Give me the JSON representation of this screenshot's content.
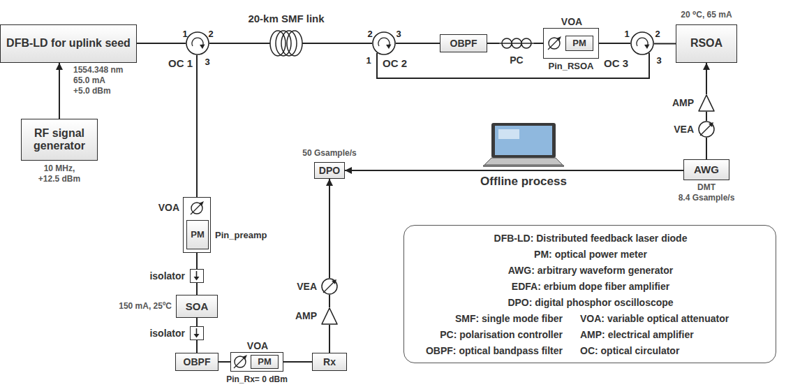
{
  "diagram": {
    "nodes": [
      {
        "text": [
          "DFB-LD for uplink seed"
        ]
      },
      {
        "text": [
          "RF signal generator"
        ]
      },
      {
        "text": [
          "OC 1"
        ]
      },
      {
        "text": [
          "20-km SMF link"
        ]
      },
      {
        "text": [
          "OC 2"
        ]
      },
      {
        "text": [
          "OBPF"
        ]
      },
      {
        "text": [
          "PC"
        ]
      },
      {
        "text": [
          "VOA"
        ]
      },
      {
        "text": [
          "PM"
        ],
        "in": 7
      },
      {
        "text": [
          "OC 3"
        ]
      },
      {
        "text": [
          "RSOA"
        ]
      },
      {
        "text": [
          "AMP"
        ]
      },
      {
        "text": [
          "VEA"
        ]
      },
      {
        "text": [
          "AWG"
        ]
      },
      {
        "text": [
          "DPO"
        ]
      },
      {
        "text": [
          "VOA"
        ]
      },
      {
        "text": [
          "PM"
        ],
        "in": 15
      },
      {
        "text": [
          "isolator"
        ]
      },
      {
        "text": [
          "SOA"
        ]
      },
      {
        "text": [
          "isolator"
        ]
      },
      {
        "text": [
          "OBPF"
        ]
      },
      {
        "text": [
          "VOA"
        ]
      },
      {
        "text": [
          "PM"
        ],
        "in": 21
      },
      {
        "text": [
          "Rx"
        ]
      },
      {
        "text": [
          "AMP"
        ]
      },
      {
        "text": [
          "VEA"
        ]
      },
      {
        "text": [
          "DFB-LD: Distributed feedback laser diode",
          "PM: optical power meter",
          "AWG: arbitrary waveform generator",
          "EDFA: erbium dope fiber amplifier",
          "DPO: digital phosphor oscilloscope",
          "SMF: single mode fiber",
          "VOA: variable optical attenuator",
          "PC: polarisation controller",
          "AMP: electrical amplifier",
          "OBPF: optical bandpass filter",
          "OC: optical circulator"
        ]
      }
    ],
    "edges": [
      {
        "from": 1,
        "to": 0,
        "arrow": "to"
      },
      {
        "from": 0,
        "to": 2,
        "arrow": "none"
      },
      {
        "from": 2,
        "to": 3,
        "arrow": "none"
      },
      {
        "from": 3,
        "to": 4,
        "arrow": "none"
      },
      {
        "from": 4,
        "to": 5,
        "arrow": "none"
      },
      {
        "from": 5,
        "to": 6,
        "arrow": "none"
      },
      {
        "from": 6,
        "to": 7,
        "arrow": "none"
      },
      {
        "from": 7,
        "to": 9,
        "arrow": "none"
      },
      {
        "from": 9,
        "to": 4,
        "arrow": "none"
      },
      {
        "from": 9,
        "to": 10,
        "arrow": "none"
      },
      {
        "from": 13,
        "to": 12,
        "arrow": "none"
      },
      {
        "from": 12,
        "to": 11,
        "arrow": "none"
      },
      {
        "from": 11,
        "to": 10,
        "arrow": "to"
      },
      {
        "from": 13,
        "to": 14,
        "arrow": "to"
      },
      {
        "from": 2,
        "to": 15,
        "arrow": "none"
      },
      {
        "from": 15,
        "to": 17,
        "arrow": "none"
      },
      {
        "from": 17,
        "to": 18,
        "arrow": "none"
      },
      {
        "from": 18,
        "to": 19,
        "arrow": "none"
      },
      {
        "from": 19,
        "to": 20,
        "arrow": "none"
      },
      {
        "from": 20,
        "to": 21,
        "arrow": "none"
      },
      {
        "from": 21,
        "to": 23,
        "arrow": "none"
      },
      {
        "from": 23,
        "to": 24,
        "arrow": "none"
      },
      {
        "from": 24,
        "to": 25,
        "arrow": "none"
      },
      {
        "from": 25,
        "to": 14,
        "arrow": "to"
      }
    ],
    "labels": [
      "1",
      "2",
      "3",
      "1",
      "2",
      "3",
      "1",
      "2",
      "3",
      "1554.348 nm",
      "65.0 mA",
      "+5.0 dBm",
      "10 MHz,",
      "+12.5 dBm",
      "Pin_RSOA",
      "20 ⁰C, 65 mA",
      "DMT",
      "8.4 Gsample/s",
      "50 Gsample/s",
      "Offline process",
      "Pin_preamp",
      "150 mA, 25ºC",
      "Pin_Rx= 0 dBm"
    ]
  }
}
